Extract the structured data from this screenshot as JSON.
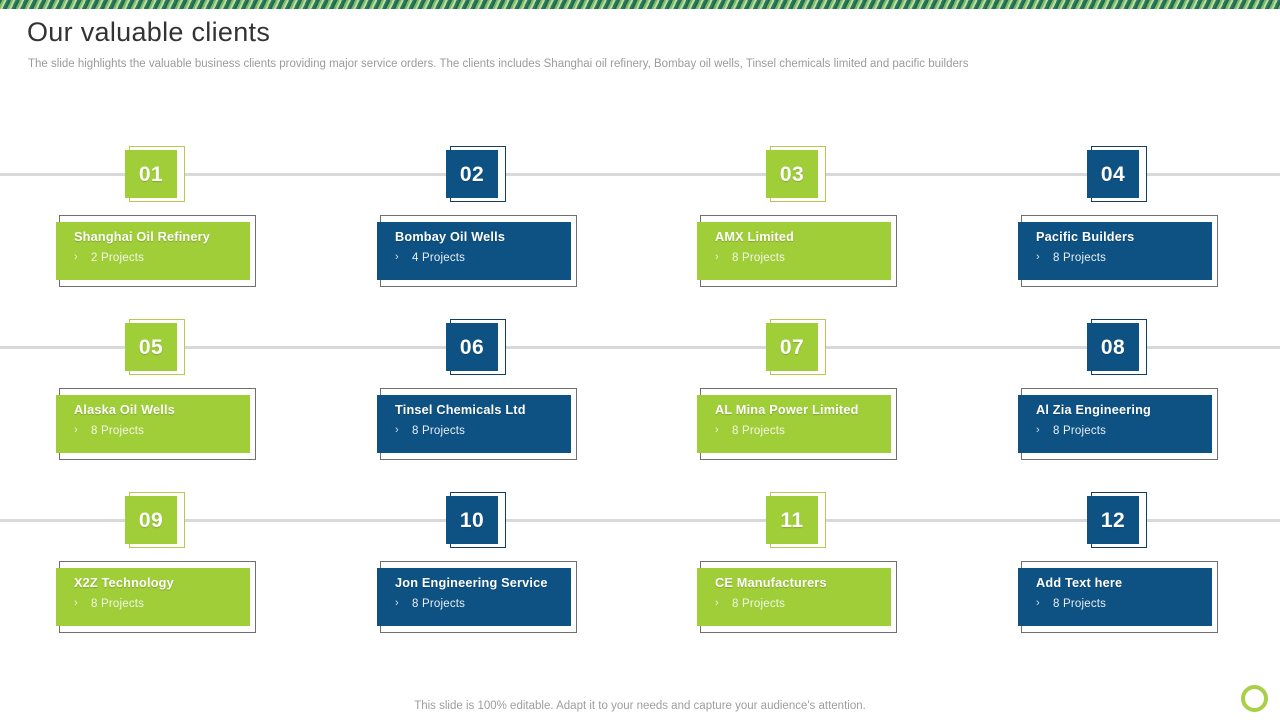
{
  "header": {
    "title": "Our valuable clients",
    "subtitle": "The slide highlights the valuable business clients providing major service orders. The clients includes Shanghai oil refinery, Bombay oil wells, Tinsel chemicals limited and pacific builders"
  },
  "theme": {
    "green": "#a0ce39",
    "navy": "#0e5284",
    "line": "#d9d9d9",
    "stripe_dark": "#1f6b52",
    "stripe_light": "#bcdca0"
  },
  "chevron_glyph": "›",
  "clients": [
    {
      "number": "01",
      "name": "Shanghai Oil Refinery",
      "projects": "2 Projects",
      "color": "green"
    },
    {
      "number": "02",
      "name": "Bombay Oil Wells",
      "projects": "4 Projects",
      "color": "navy"
    },
    {
      "number": "03",
      "name": "AMX Limited",
      "projects": "8 Projects",
      "color": "green"
    },
    {
      "number": "04",
      "name": "Pacific Builders",
      "projects": "8 Projects",
      "color": "navy"
    },
    {
      "number": "05",
      "name": "Alaska Oil Wells",
      "projects": "8 Projects",
      "color": "green"
    },
    {
      "number": "06",
      "name": "Tinsel Chemicals Ltd",
      "projects": "8 Projects",
      "color": "navy"
    },
    {
      "number": "07",
      "name": "AL Mina Power Limited",
      "projects": "8 Projects",
      "color": "green"
    },
    {
      "number": "08",
      "name": "Al Zia Engineering",
      "projects": "8 Projects",
      "color": "navy"
    },
    {
      "number": "09",
      "name": "X2Z Technology",
      "projects": "8 Projects",
      "color": "green"
    },
    {
      "number": "10",
      "name": "Jon Engineering Service",
      "projects": "8 Projects",
      "color": "navy"
    },
    {
      "number": "11",
      "name": "CE Manufacturers",
      "projects": "8 Projects",
      "color": "green"
    },
    {
      "number": "12",
      "name": "Add Text here",
      "projects": "8 Projects",
      "color": "navy"
    }
  ],
  "footer": {
    "note": "This slide is 100% editable. Adapt it to your needs and capture your audience's attention."
  }
}
